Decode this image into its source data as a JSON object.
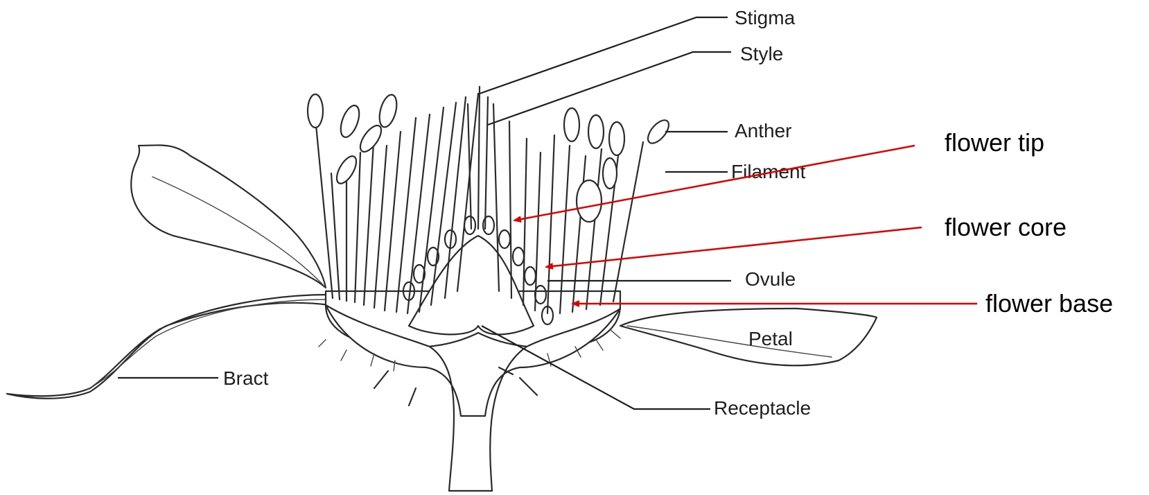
{
  "labels": {
    "stigma": "Stigma",
    "style": "Style",
    "anther": "Anther",
    "filament": "Filament",
    "ovule": "Ovule",
    "petal": "Petal",
    "bract": "Bract",
    "receptacle": "Receptacle"
  },
  "annotations": {
    "flower_tip": "flower tip",
    "flower_core": "flower core",
    "flower_base": "flower base"
  },
  "colors": {
    "ink": "#2a2a2a",
    "annotation_arrow": "#e00000",
    "background": "#ffffff"
  }
}
